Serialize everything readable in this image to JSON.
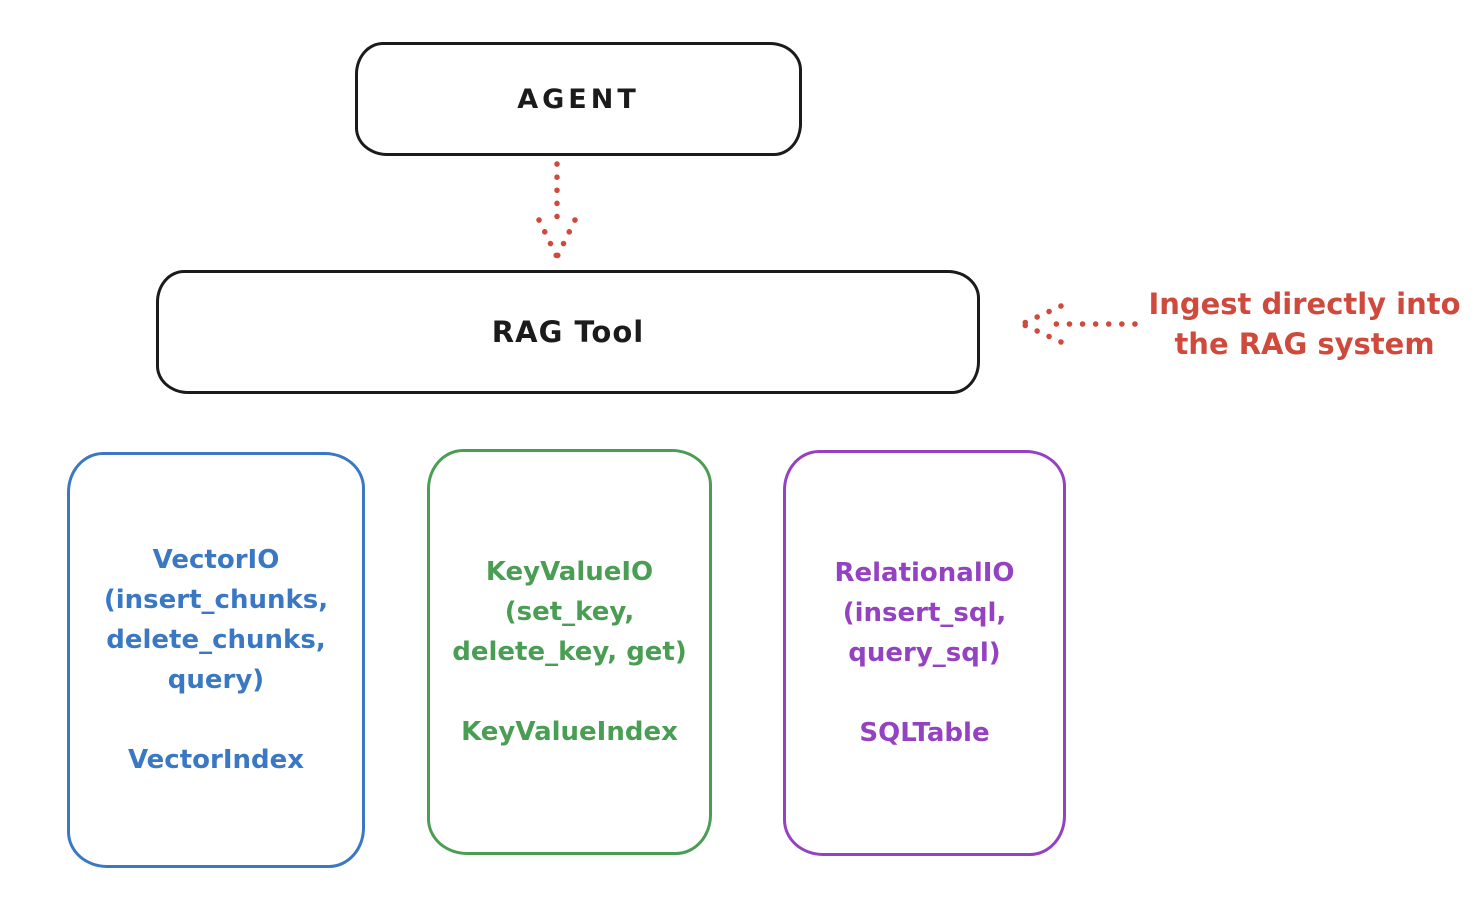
{
  "diagram": {
    "background": "#ffffff",
    "ink_color": "#1b1b1b",
    "accent_red": "#cf4a3d"
  },
  "nodes": {
    "agent": {
      "label": "AGENT",
      "color": "#1b1b1b"
    },
    "rag_tool": {
      "label": "RAG Tool",
      "color": "#1b1b1b"
    },
    "vector_io": {
      "color": "#3b78c4",
      "lines": [
        "VectorIO",
        "(insert_chunks,",
        "delete_chunks,",
        "query)"
      ],
      "index_label": "VectorIndex"
    },
    "key_value_io": {
      "color": "#4a9e53",
      "lines": [
        "KeyValueIO",
        "(set_key,",
        "delete_key, get)"
      ],
      "index_label": "KeyValueIndex"
    },
    "relational_io": {
      "color": "#9542c2",
      "lines": [
        "RelationalIO",
        "(insert_sql,",
        "query_sql)"
      ],
      "index_label": "SQLTable"
    }
  },
  "annotation": {
    "color": "#cf4a3d",
    "lines": [
      "Ingest directly into",
      "the RAG system"
    ]
  },
  "arrows": {
    "agent_to_rag": {
      "style": "dotted",
      "direction": "down",
      "color": "#cf4a3d"
    },
    "ingest_to_rag": {
      "style": "dotted",
      "direction": "left",
      "color": "#cf4a3d"
    }
  }
}
